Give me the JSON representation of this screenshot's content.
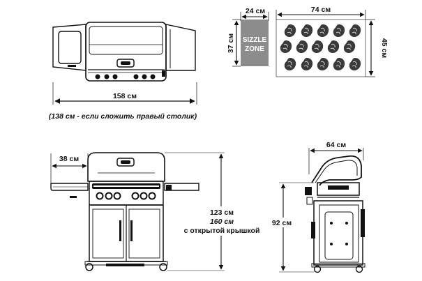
{
  "dimensions": {
    "top_width": "158 см",
    "top_width_note": "(138 см - если сложить правый столик)",
    "zone_width": "24 см",
    "zone_height": "37 см",
    "grate_width": "74 см",
    "grate_height": "45 см",
    "shelf_width": "38 см",
    "height_line1": "123 см",
    "height_line2": "160 см",
    "height_line3": "с открытой крышкой",
    "side_depth": "64 см",
    "side_height": "92 см"
  },
  "zone_label": {
    "line1": "SIZZLE",
    "line2": "ZONE"
  },
  "colors": {
    "line": "#111111",
    "zone_fill": "#8c8c8c",
    "zone_text": "#ffffff",
    "grate_fill": "#3a3a3a"
  },
  "icons": {
    "arrow": "double-headed-arrow",
    "burner": "burner-flame-shape"
  }
}
